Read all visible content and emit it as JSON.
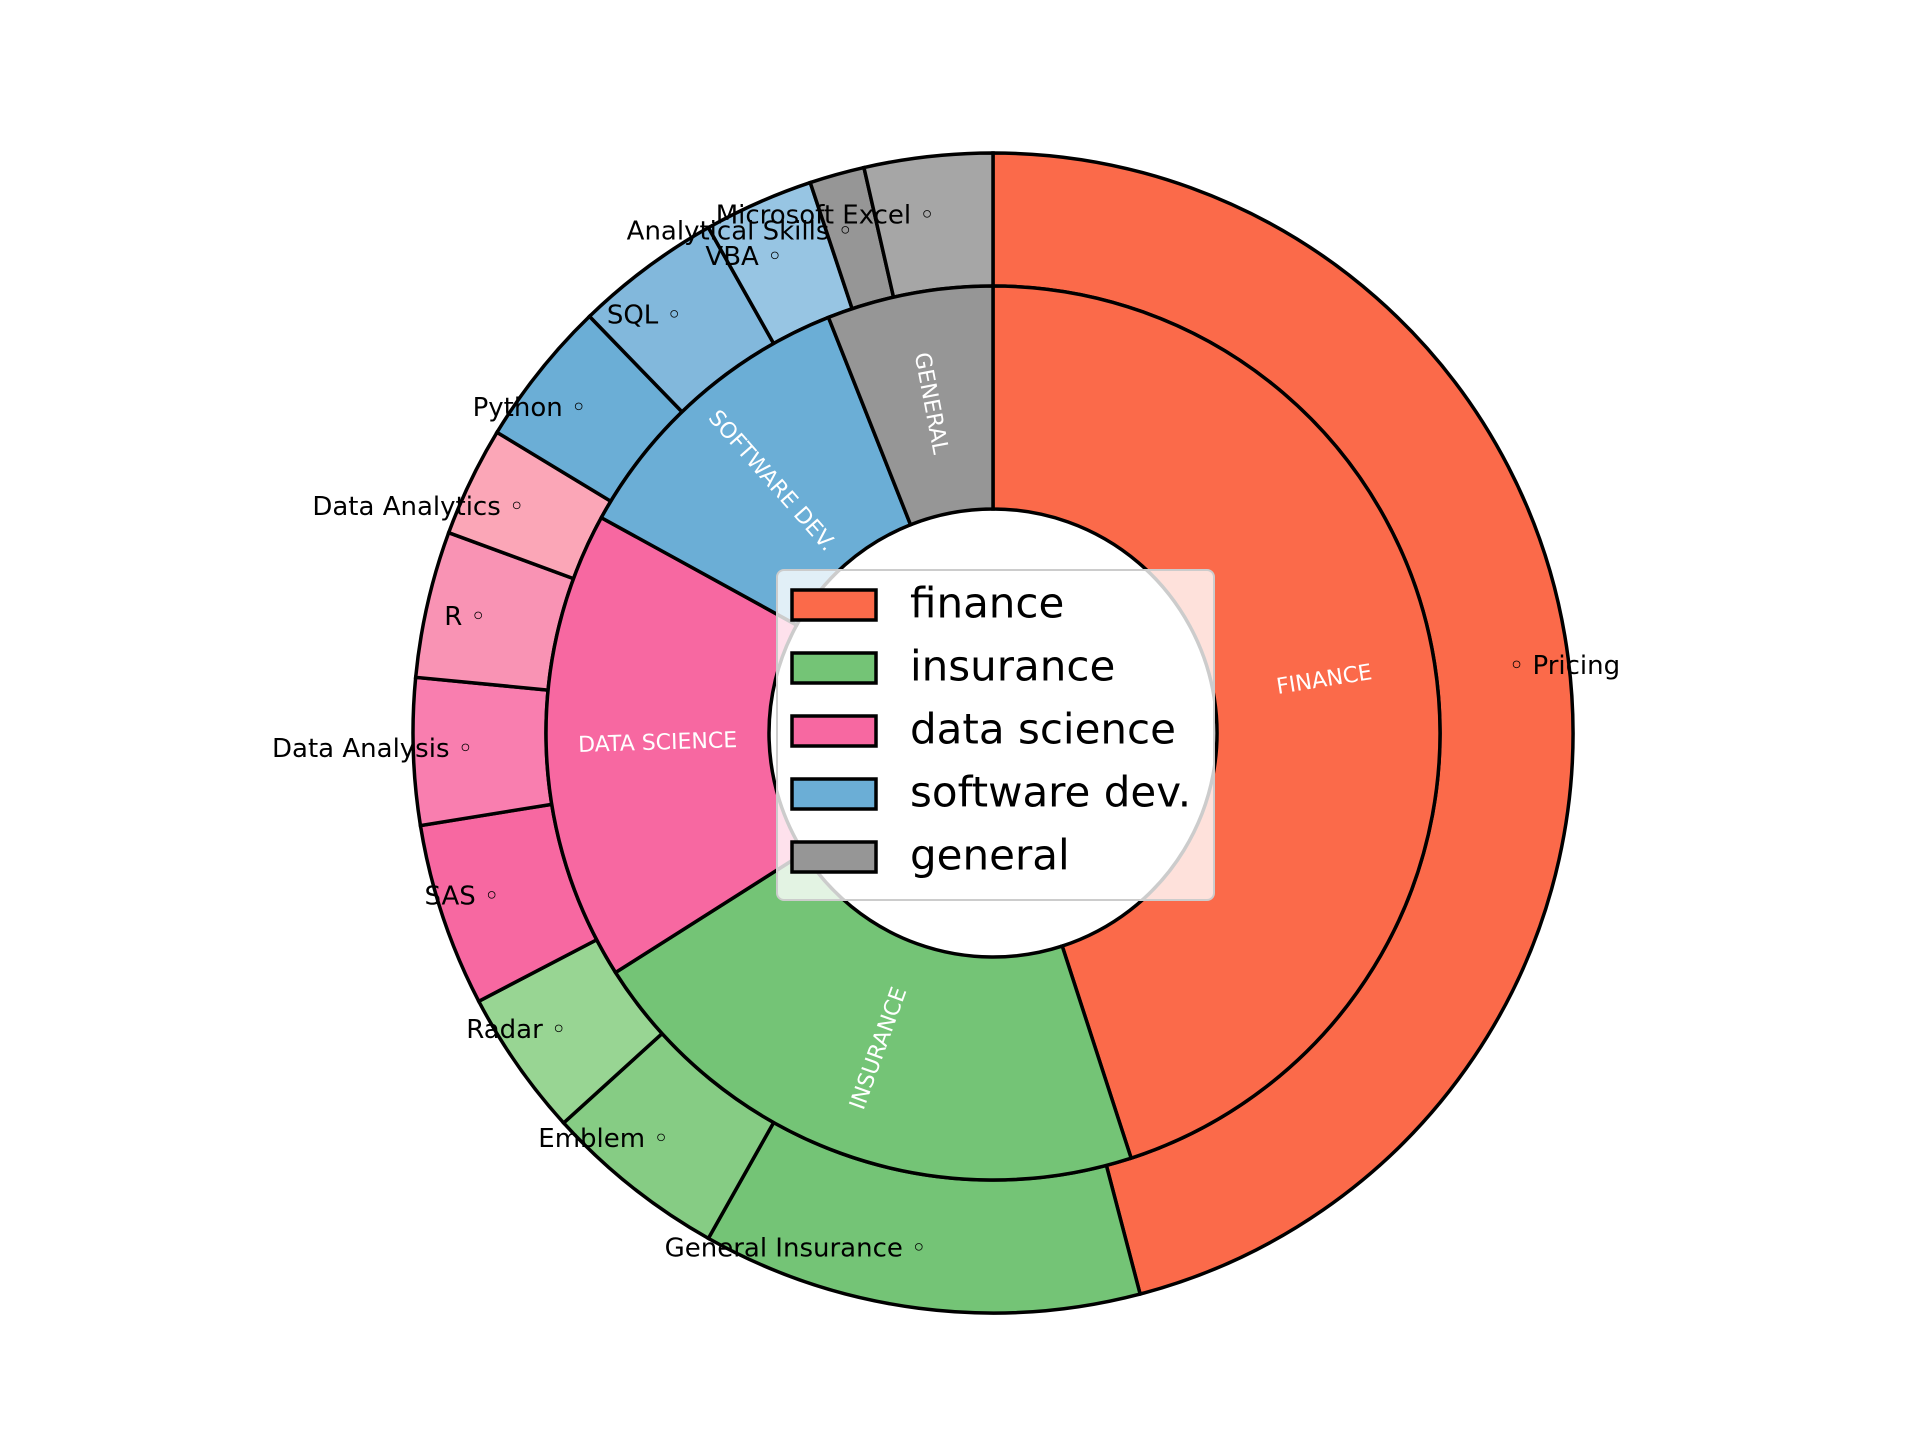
{
  "chart_data": {
    "type": "pie",
    "subtype": "nested-donut",
    "title": "",
    "inner_ring": {
      "labels": [
        "FINANCE",
        "INSURANCE",
        "DATA SCIENCE",
        "SOFTWARE DEV.",
        "GENERAL"
      ],
      "values": [
        45,
        21,
        17,
        11,
        6
      ]
    },
    "outer_ring": {
      "labels": [
        "Pricing",
        "General Insurance",
        "Emblem",
        "Radar",
        "SAS",
        "Data Analysis",
        "R",
        "Data Analytics",
        "Python",
        "SQL",
        "VBA",
        "Analytical Skills",
        "Microsoft Excel"
      ],
      "values": [
        45,
        12,
        5,
        4,
        5,
        4,
        4,
        3,
        4,
        4,
        3,
        1.5,
        3.5
      ],
      "parent": [
        "FINANCE",
        "INSURANCE",
        "INSURANCE",
        "INSURANCE",
        "DATA SCIENCE",
        "DATA SCIENCE",
        "DATA SCIENCE",
        "DATA SCIENCE",
        "SOFTWARE DEV.",
        "SOFTWARE DEV.",
        "SOFTWARE DEV.",
        "GENERAL",
        "GENERAL"
      ]
    },
    "legend": {
      "placement": "center",
      "entries": [
        "finance",
        "insurance",
        "data science",
        "software dev.",
        "general"
      ]
    },
    "colors": {
      "inner": [
        "#fb6a4a",
        "#74c476",
        "#f768a1",
        "#6baed6",
        "#969696"
      ],
      "outer": [
        "#fb6a4a",
        "#74c476",
        "#86cc84",
        "#98d593",
        "#f768a1",
        "#f97eaf",
        "#f993b4",
        "#fba6b7",
        "#6baed6",
        "#82b8dc",
        "#97c5e3",
        "#969696",
        "#a6a6a6"
      ]
    },
    "start_angle_deg": 90,
    "direction": "clockwise",
    "marker_glyph": "◦"
  }
}
